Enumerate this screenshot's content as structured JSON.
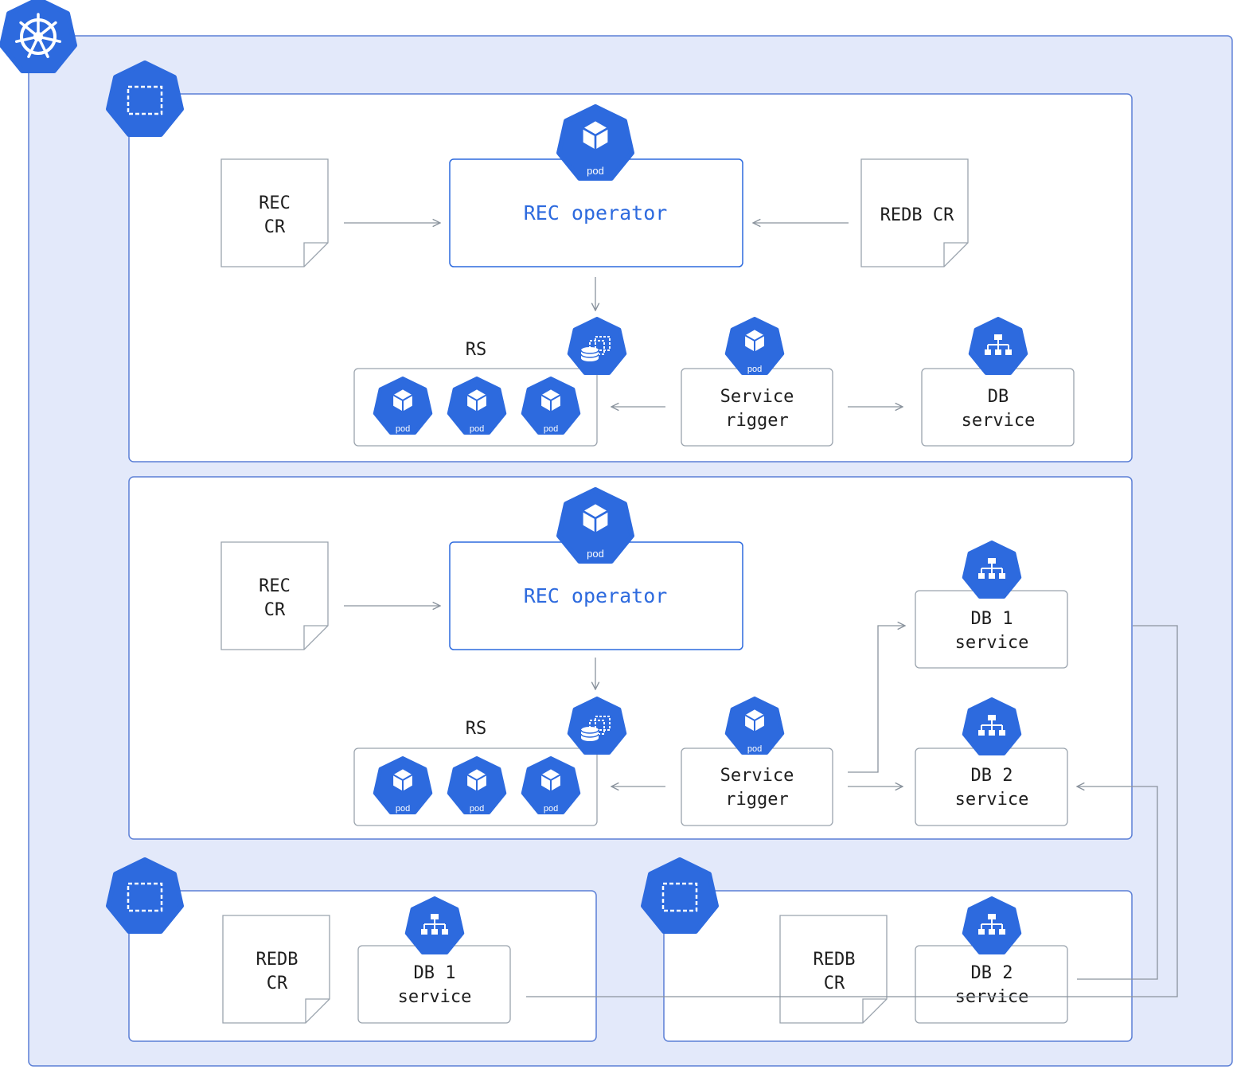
{
  "colors": {
    "cluster_fill": "#e3e9fa",
    "cluster_stroke": "#5b7fd6",
    "box_stroke": "#9aa3ad",
    "accent": "#2d6ade",
    "accent_text": "#2d6ade",
    "text": "#1e1e1e",
    "line": "#8a939d"
  },
  "icons": {
    "cluster": "kubernetes-helm-icon",
    "namespace": "namespace-icon",
    "pod": "pod-cube-icon",
    "statefulset": "statefulset-icon",
    "service": "service-network-icon"
  },
  "namespace_a": {
    "rec_cr": [
      "REC",
      "CR"
    ],
    "operator_label": "REC operator",
    "operator_pod_label": "pod",
    "redb_cr": "REDB CR",
    "rs_label": "RS",
    "rs_pods": [
      "pod",
      "pod",
      "pod"
    ],
    "service_rigger": [
      "Service",
      "rigger"
    ],
    "service_rigger_pod_label": "pod",
    "db_service": [
      "DB",
      "service"
    ]
  },
  "namespace_b": {
    "rec_cr": [
      "REC",
      "CR"
    ],
    "operator_label": "REC operator",
    "operator_pod_label": "pod",
    "rs_label": "RS",
    "rs_pods": [
      "pod",
      "pod",
      "pod"
    ],
    "service_rigger": [
      "Service",
      "rigger"
    ],
    "service_rigger_pod_label": "pod",
    "db1_service": [
      "DB 1",
      "service"
    ],
    "db2_service": [
      "DB 2",
      "service"
    ]
  },
  "namespace_c": {
    "redb_cr": [
      "REDB",
      "CR"
    ],
    "db_service": [
      "DB 1",
      "service"
    ]
  },
  "namespace_d": {
    "redb_cr": [
      "REDB",
      "CR"
    ],
    "db_service": [
      "DB 2",
      "service"
    ]
  }
}
